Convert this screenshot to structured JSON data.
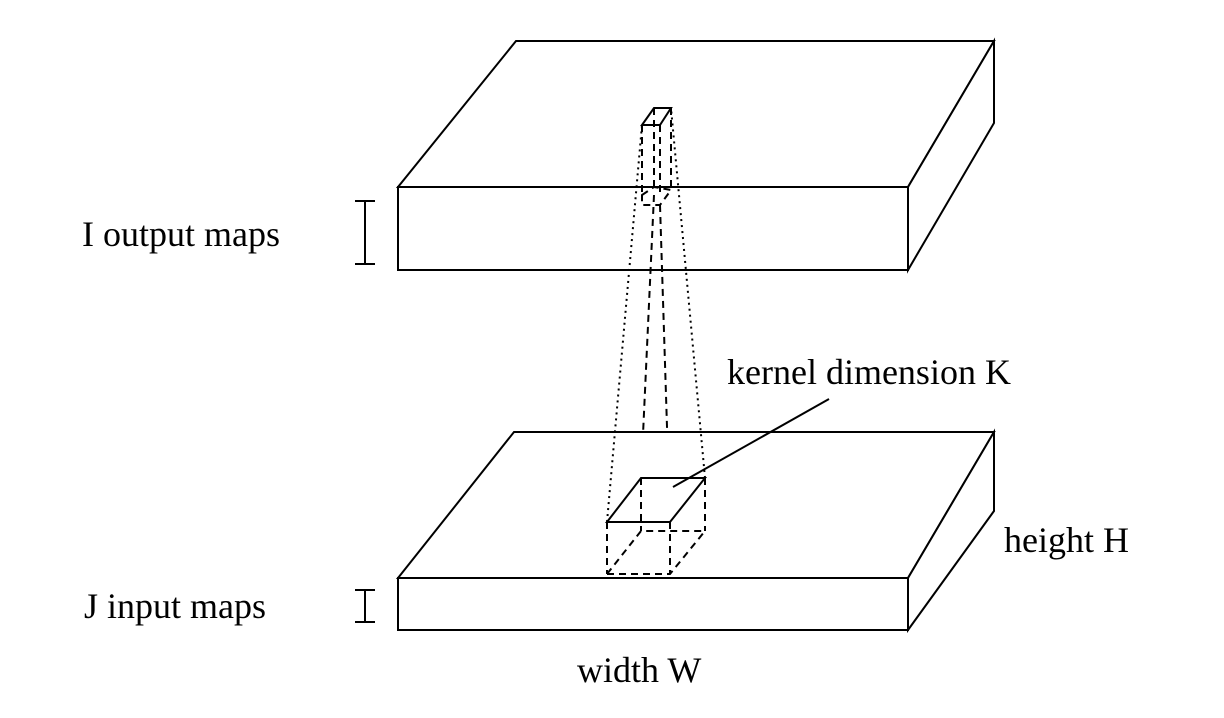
{
  "labels": {
    "output_maps": "I output maps",
    "input_maps": "J input maps",
    "kernel": "kernel dimension K",
    "height": "height H",
    "width": "width W"
  }
}
